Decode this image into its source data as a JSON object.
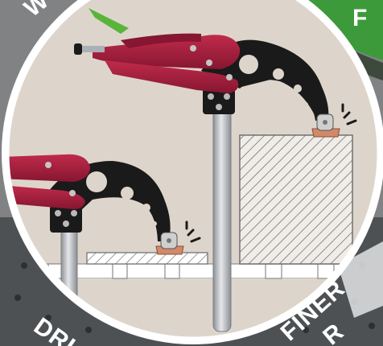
{
  "image": {
    "description_labels": {
      "top_left_text": "W",
      "bottom_left_text": "DRI",
      "bottom_right_text": "FINER",
      "bottom_right_text_lower": "R",
      "badge_text": "F"
    }
  },
  "colors": {
    "backdrop_gray": "#7d7f80",
    "circle_bg": "#ddd5cb",
    "circle_rim": "#ffffff",
    "handle_red": "#a31d3a",
    "clamp_black": "#1a1a1a",
    "spindle_metal": "#c9ccd0",
    "pad_copper": "#d08a6a",
    "badge_green": "#3d9a3a",
    "hatch_stroke": "#6b6b6b"
  },
  "icons": {
    "pressure_marks": "motion-lines-icon",
    "clamp_tool": "toggle-clamp-icon"
  }
}
